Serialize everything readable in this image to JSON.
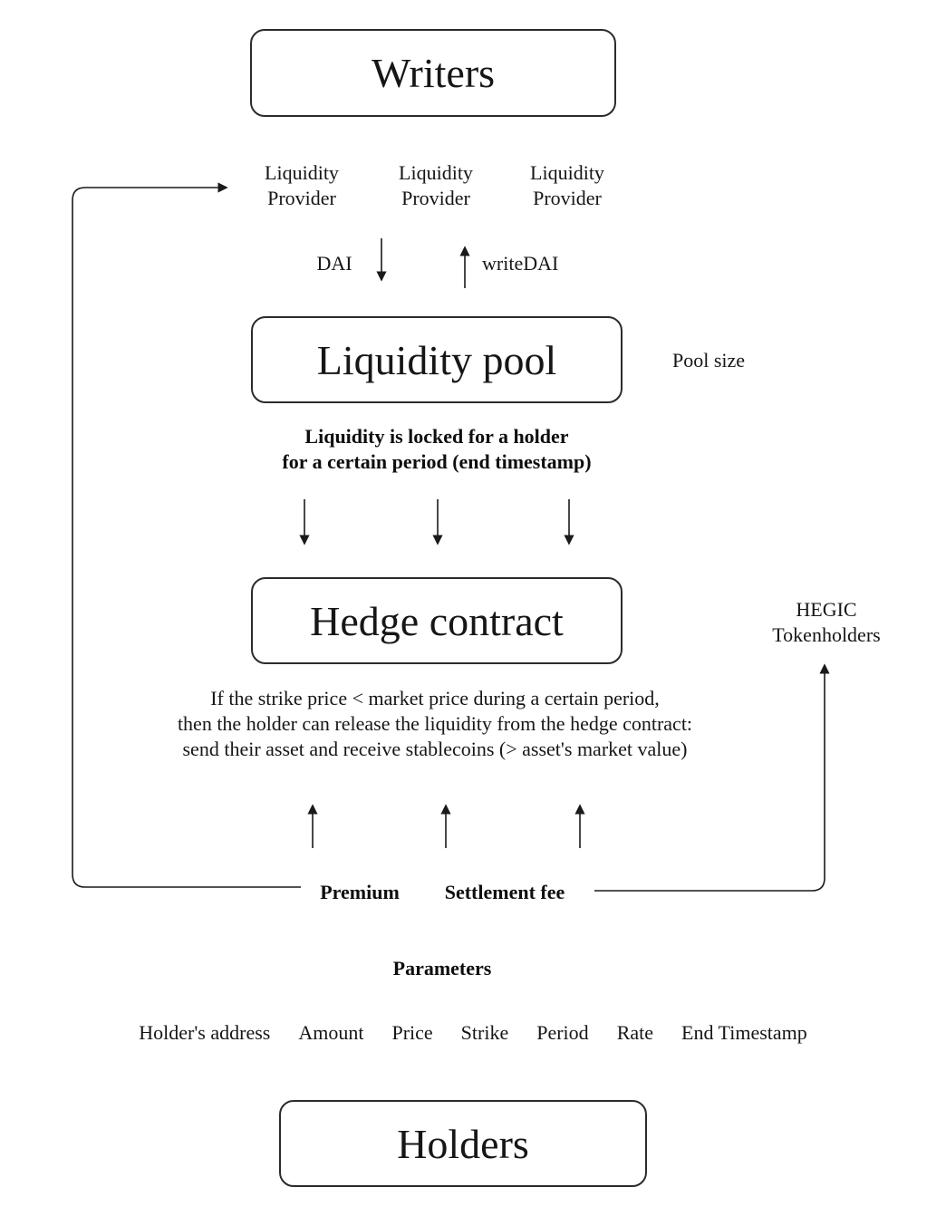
{
  "diagram": {
    "nodes": {
      "writers": "Writers",
      "liquidity_pool": "Liquidity pool",
      "hedge_contract": "Hedge contract",
      "holders": "Holders"
    },
    "liquidity_providers": [
      "Liquidity Provider",
      "Liquidity Provider",
      "Liquidity Provider"
    ],
    "labels": {
      "dai": "DAI",
      "writedai": "writeDAI",
      "pool_size": "Pool size",
      "premium": "Premium",
      "settlement_fee": "Settlement fee",
      "parameters_title": "Parameters"
    },
    "hegic_lines": [
      "HEGIC",
      "Tokenholders"
    ],
    "lock_note_lines": [
      "Liquidity is locked for a holder",
      "for a certain period (end timestamp)"
    ],
    "release_note_lines": [
      "If the strike price < market price during a certain period,",
      "then the holder can release the liquidity from the hedge contract:",
      "send their asset and receive stablecoins (> asset's market value)"
    ],
    "parameters": [
      "Holder's address",
      "Amount",
      "Price",
      "Strike",
      "Period",
      "Rate",
      "End Timestamp"
    ]
  },
  "colors": {
    "line": "#1a1a1a",
    "text": "#111111",
    "background": "#ffffff"
  }
}
